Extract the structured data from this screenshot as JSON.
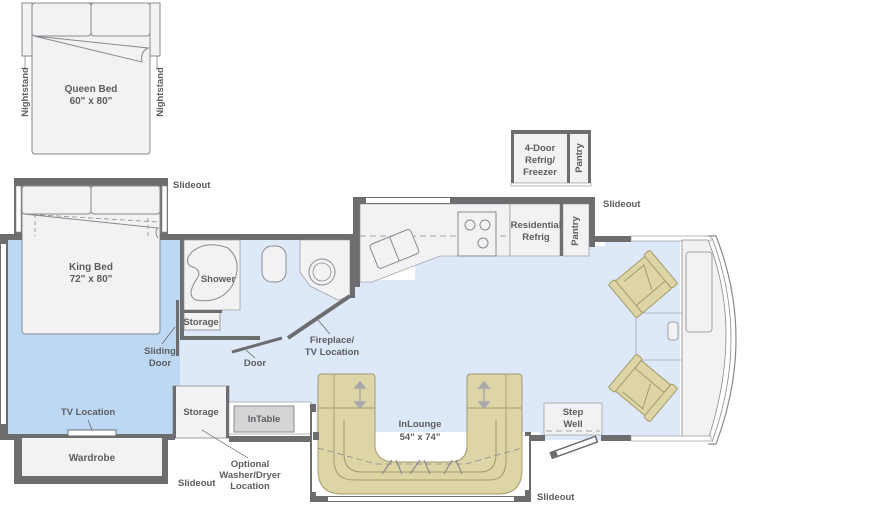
{
  "colors": {
    "wall": "#6d6d70",
    "living_floor": "#dde9f8",
    "bedroom_floor": "#bdd8f3",
    "furniture_fill": "#f2f2f4",
    "furniture_stroke": "#8a8a8e",
    "sofa_fill": "#ddd5a6",
    "sofa_stroke": "#a39a6c",
    "label": "#5d5d60"
  },
  "labels": {
    "queen_bed": "Queen Bed",
    "queen_bed_size": "60\" x 80\"",
    "nightstand_left": "Nightstand",
    "nightstand_right": "Nightstand",
    "king_bed": "King Bed",
    "king_bed_size": "72\" x 80\"",
    "slideout_bedroom_top": "Slideout",
    "slideout_kitchen": "Slideout",
    "slideout_bedroom_bottom": "Slideout",
    "slideout_lounge": "Slideout",
    "four_door_line1": "4-Door",
    "four_door_line2": "Refrig/",
    "four_door_line3": "Freezer",
    "pantry_alt": "Pantry",
    "residential_line1": "Residential",
    "residential_line2": "Refrig",
    "pantry": "Pantry",
    "shower": "Shower",
    "storage_bath": "Storage",
    "sliding_line1": "Sliding",
    "sliding_line2": "Door",
    "door": "Door",
    "fireplace_line1": "Fireplace/",
    "fireplace_line2": "TV Location",
    "tv_location": "TV Location",
    "wardrobe": "Wardrobe",
    "storage_hall": "Storage",
    "intable": "InTable",
    "washer_line1": "Optional",
    "washer_line2": "Washer/Dryer",
    "washer_line3": "Location",
    "inlounge": "InLounge",
    "inlounge_size": "54\" x 74\"",
    "step_line1": "Step",
    "step_line2": "Well"
  }
}
